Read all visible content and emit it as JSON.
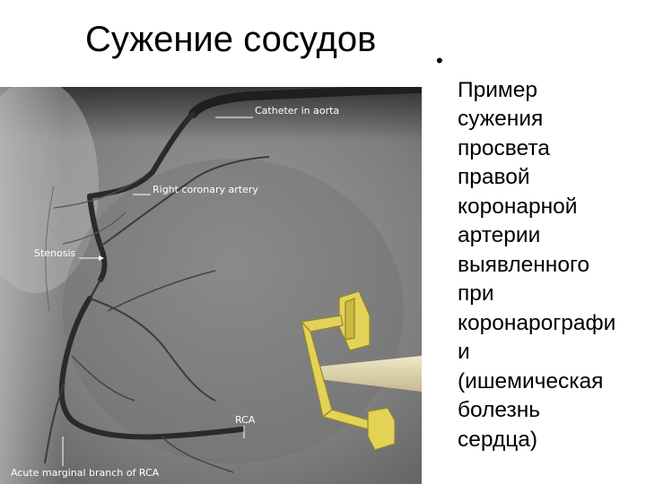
{
  "slide": {
    "title": "Сужение сосудов",
    "bullet": "Пример\nсужения\nпросвета\nправой\nкоронарной\nартерии\nвыявленного\nпри\nкоронарографи\nи\n(ишемическая\nболезнь\nсердца)"
  },
  "figure": {
    "labels": {
      "catheter": "Catheter in aorta",
      "rca_label": "Right coronary artery",
      "stenosis": "Stenosis",
      "rca_short": "RCA",
      "marginal": "Acute marginal branch of RCA"
    }
  },
  "colors": {
    "background": "#ffffff",
    "text": "#000000",
    "film": "#8a8a8a",
    "vessel": "#2a2a2a",
    "device": "#e3d255"
  }
}
